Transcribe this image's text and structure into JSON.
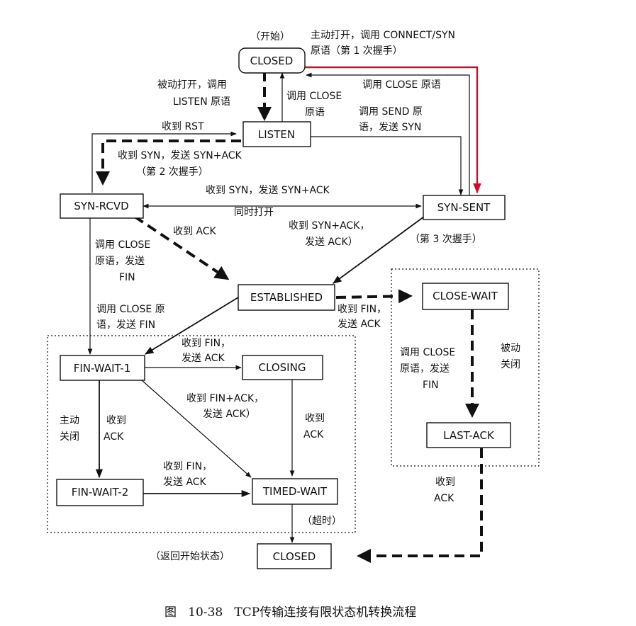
{
  "states": {
    "closed_top": "CLOSED",
    "listen": "LISTEN",
    "syn_rcvd": "SYN-RCVD",
    "syn_sent": "SYN-SENT",
    "established": "ESTABLISHED",
    "close_wait": "CLOSE-WAIT",
    "last_ack": "LAST-ACK",
    "fin_wait_1": "FIN-WAIT-1",
    "closing": "CLOSING",
    "fin_wait_2": "FIN-WAIT-2",
    "timed_wait": "TIMED-WAIT",
    "closed_bottom": "CLOSED"
  },
  "labels": {
    "start": "（开始）",
    "active_open_1": "主动打开，调用 CONNECT/SYN",
    "active_open_2": "原语（第 1 次握手）",
    "passive_open_1": "被动打开，调用",
    "passive_open_2": "LISTEN 原语",
    "listen_close_1": "调用 CLOSE",
    "listen_close_2": "原语",
    "synsent_close": "调用 CLOSE 原语",
    "send_1": "调用 SEND 原",
    "send_2": "语，发送 SYN",
    "rst": "收到 RST",
    "rcv_syn_1": "收到 SYN，发送 SYN+ACK",
    "rcv_syn_2": "（第 2 次握手）",
    "simul_1": "收到 SYN，发送 SYN+ACK",
    "simul_2": "同时打开",
    "rcv_ack": "收到 ACK",
    "synack_1": "收到 SYN+ACK，",
    "synack_2": "发送 ACK）",
    "third": "（第 3 次握手）",
    "rcvd_close_1": "调用 CLOSE",
    "rcvd_close_2": "原语，发送",
    "rcvd_close_3": "FIN",
    "est_close_1": "调用 CLOSE 原",
    "est_close_2": "语，发送 FIN",
    "est_fin_1": "收到 FIN，",
    "est_fin_2": "发送 ACK",
    "cw_close_1": "调用 CLOSE",
    "cw_close_2": "原语，发送",
    "cw_close_3": "FIN",
    "passive_close_1": "被动",
    "passive_close_2": "关闭",
    "fw1_fin_1": "收到 FIN，",
    "fw1_fin_2": "发送 ACK",
    "finack_1": "收到 FIN+ACK，",
    "finack_2": "发送 ACK）",
    "active_close_1": "主动",
    "active_close_2": "关闭",
    "fw1_ack_1": "收到",
    "fw1_ack_2": "ACK",
    "closing_ack_1": "收到",
    "closing_ack_2": "ACK",
    "fw2_fin_1": "收到 FIN，",
    "fw2_fin_2": "发送 ACK",
    "timeout": "（超时）",
    "lastack_ack_1": "收到",
    "lastack_ack_2": "ACK",
    "return_start": "（返回开始状态）"
  },
  "caption": "图   10-38   TCP传输连接有限状态机转换流程",
  "colors": {
    "line": "#111111",
    "active_open": "#c8102e"
  }
}
